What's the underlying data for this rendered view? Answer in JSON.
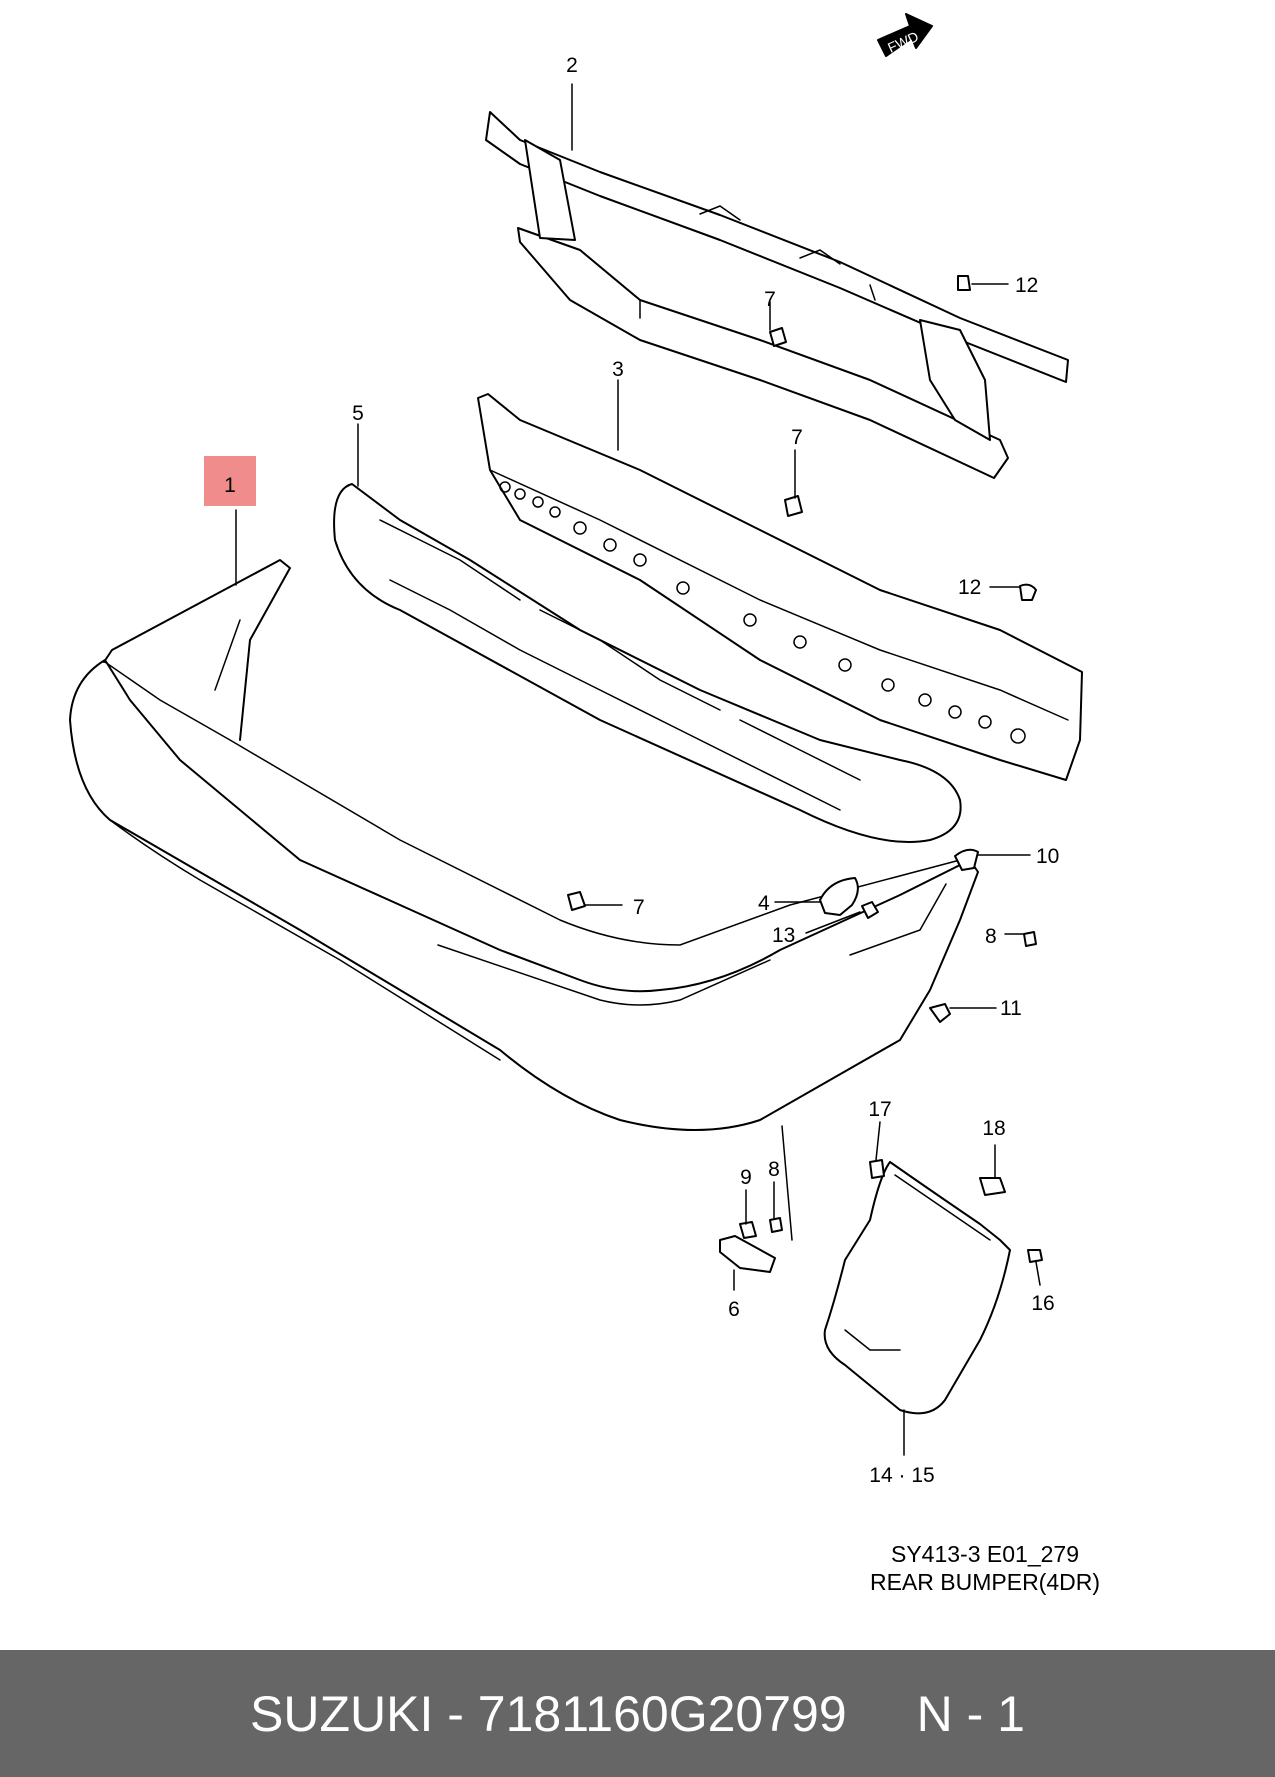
{
  "diagram": {
    "caption_code": "SY413-3 E01_279",
    "caption_title": "REAR BUMPER(4DR)",
    "fwd_label": "FWD",
    "highlight_color": "#f08c8c",
    "callouts": {
      "c1": "1",
      "c2": "2",
      "c3": "3",
      "c4": "4",
      "c5": "5",
      "c6": "6",
      "c7a": "7",
      "c7b": "7",
      "c7c": "7",
      "c8a": "8",
      "c8b": "8",
      "c9": "9",
      "c10": "10",
      "c11": "11",
      "c12a": "12",
      "c12b": "12",
      "c13": "13",
      "c14_15": "14 · 15",
      "c16": "16",
      "c17": "17",
      "c18": "18"
    }
  },
  "footer": {
    "part_text": "SUZUKI - 7181160G20799",
    "position_text": "N - 1",
    "background": "#666666"
  }
}
